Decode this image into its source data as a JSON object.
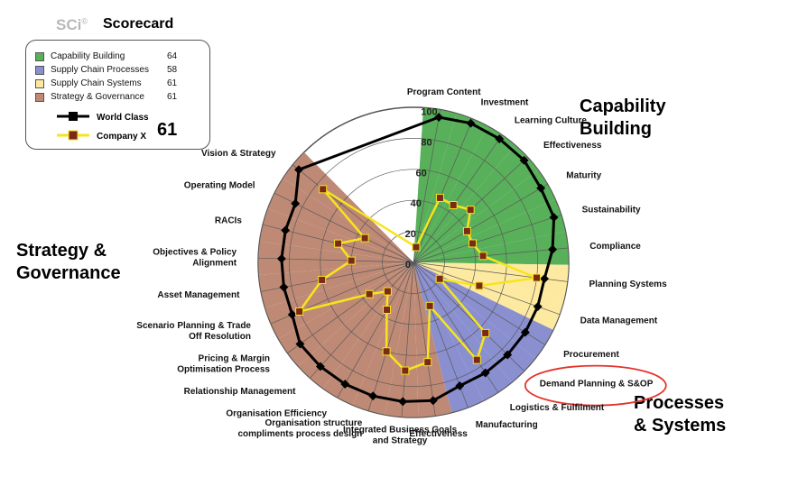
{
  "header": {
    "brand": "SCi",
    "brand_mark": "©",
    "title": "Scorecard"
  },
  "legend": {
    "categories": [
      {
        "name": "Capability Building",
        "value": "64",
        "color": "#59b05a"
      },
      {
        "name": "Supply Chain Processes",
        "value": "58",
        "color": "#8a8fd0"
      },
      {
        "name": "Supply Chain Systems",
        "value": "61",
        "color": "#fde9a0"
      },
      {
        "name": "Strategy & Governance",
        "value": "61",
        "color": "#bf8a75"
      }
    ],
    "world_class_label": "World Class",
    "company_label": "Company X",
    "overall_score": "61"
  },
  "sections": {
    "capability": [
      "Capability",
      "Building"
    ],
    "processes": [
      "Processes",
      "& Systems"
    ],
    "strategy": [
      "Strategy &",
      "Governance"
    ]
  },
  "chart_data": {
    "type": "radar",
    "radial_range": [
      0,
      100
    ],
    "radial_ticks": [
      "0",
      "20",
      "40",
      "60",
      "80",
      "100"
    ],
    "axes": [
      {
        "label": "Program Content",
        "group": "Capability Building"
      },
      {
        "label": "Investment",
        "group": "Capability Building"
      },
      {
        "label": "Learning Culture",
        "group": "Capability Building"
      },
      {
        "label": "Effectiveness",
        "group": "Capability Building"
      },
      {
        "label": "Maturity",
        "group": "Capability Building"
      },
      {
        "label": "Sustainability",
        "group": "Capability Building"
      },
      {
        "label": "Compliance",
        "group": "Capability Building"
      },
      {
        "label": "Planning Systems",
        "group": "Supply Chain Systems"
      },
      {
        "label": "Data Management",
        "group": "Supply Chain Systems"
      },
      {
        "label": "Procurement",
        "group": "Supply Chain Processes"
      },
      {
        "label": "Demand Planning & S&OP",
        "group": "Supply Chain Processes",
        "highlighted": true
      },
      {
        "label": "Logistics & Fulfilment",
        "group": "Supply Chain Processes"
      },
      {
        "label": "Manufacturing",
        "group": "Supply Chain Processes"
      },
      {
        "label": "Effectiveness",
        "group": "Strategy & Governance"
      },
      {
        "label": "Integrated Business Goals and Strategy",
        "group": "Strategy & Governance"
      },
      {
        "label": "Organisation structure compliments process design",
        "group": "Strategy & Governance"
      },
      {
        "label": "Organisation Efficiency",
        "group": "Strategy & Governance"
      },
      {
        "label": "Relationship Management",
        "group": "Strategy & Governance"
      },
      {
        "label": "Pricing & Margin Optimisation Process",
        "group": "Strategy & Governance"
      },
      {
        "label": "Scenario Planning & Trade Off Resolution",
        "group": "Strategy & Governance"
      },
      {
        "label": "Asset Management",
        "group": "Strategy & Governance"
      },
      {
        "label": "Objectives & Policy Alignment",
        "group": "Strategy & Governance"
      },
      {
        "label": "RACIs",
        "group": "Strategy & Governance"
      },
      {
        "label": "Operating Model",
        "group": "Strategy & Governance"
      },
      {
        "label": "Vision & Strategy",
        "group": "Strategy & Governance"
      }
    ],
    "series": [
      {
        "name": "World Class",
        "color": "#000000",
        "values": [
          95,
          97,
          97,
          97,
          95,
          95,
          90,
          85,
          85,
          85,
          85,
          85,
          85,
          90,
          90,
          90,
          90,
          90,
          90,
          85,
          85,
          85,
          85,
          85,
          95
        ]
      },
      {
        "name": "Company X",
        "color": "#f6e51c",
        "values": [
          10,
          45,
          45,
          50,
          40,
          40,
          45,
          80,
          45,
          20,
          65,
          75,
          30,
          65,
          70,
          60,
          35,
          25,
          35,
          80,
          60,
          40,
          50,
          35,
          75
        ]
      }
    ]
  }
}
